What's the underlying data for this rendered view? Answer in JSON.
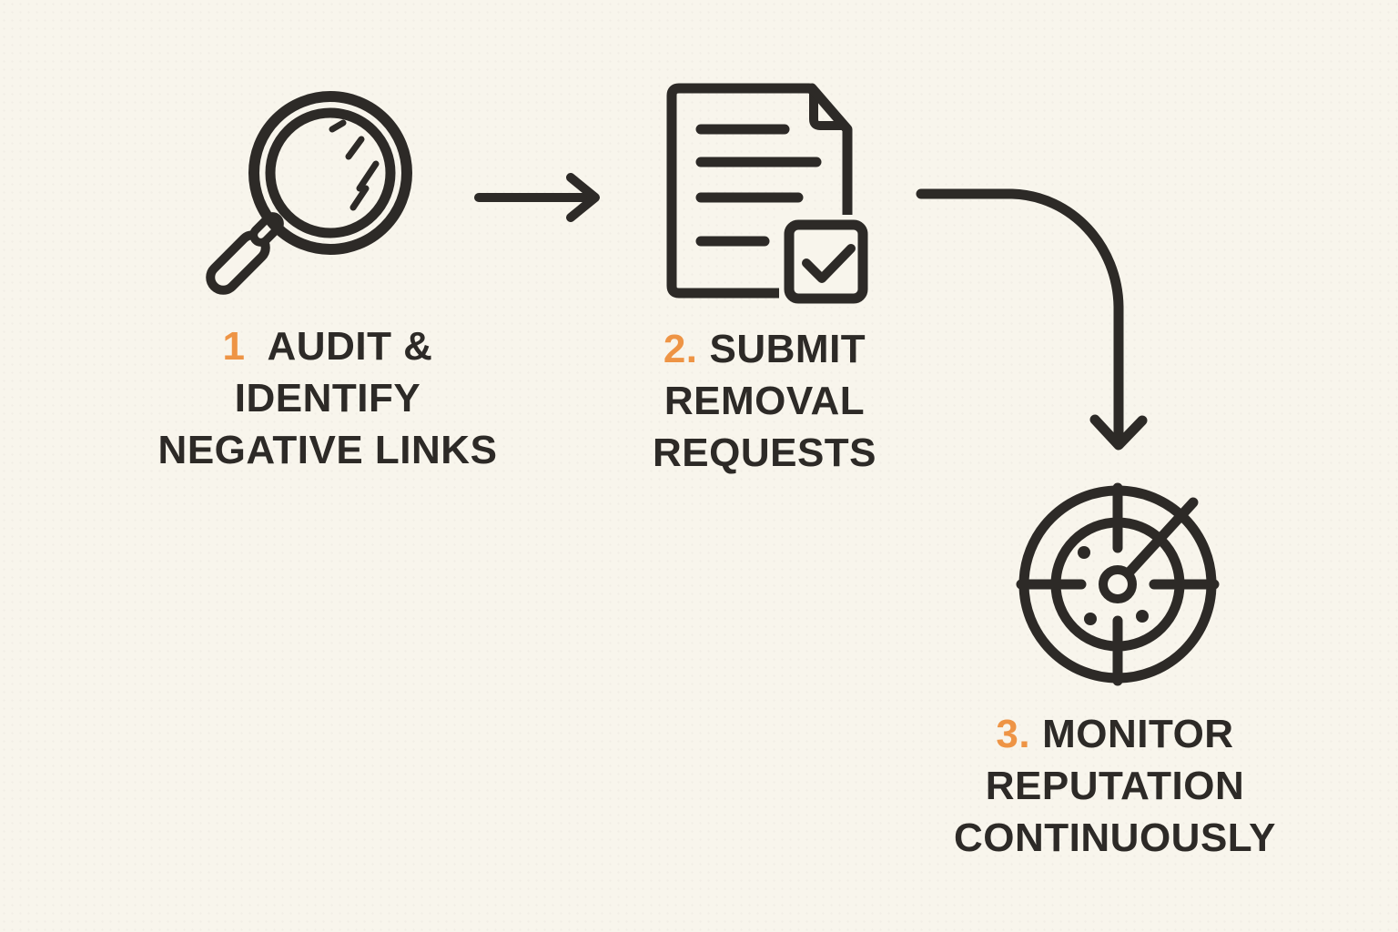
{
  "theme": {
    "background": "#f8f5ec",
    "ink": "#2d2a27",
    "accent": "#ee9445"
  },
  "diagram": {
    "type": "process-flow",
    "steps": [
      {
        "number": "1",
        "icon": "magnifying-glass-icon",
        "lines": [
          "AUDIT &",
          "IDENTIFY",
          "NEGATIVE LINKS"
        ]
      },
      {
        "number": "2.",
        "icon": "document-check-icon",
        "lines": [
          "SUBMIT",
          "REMOVAL",
          "REQUESTS"
        ]
      },
      {
        "number": "3.",
        "icon": "radar-monitor-icon",
        "lines": [
          "MONITOR",
          "REPUTATION",
          "CONTINUOUSLY"
        ]
      }
    ],
    "connectors": [
      {
        "from": 1,
        "to": 2,
        "shape": "straight-right-arrow"
      },
      {
        "from": 2,
        "to": 3,
        "shape": "curved-down-arrow"
      }
    ]
  }
}
